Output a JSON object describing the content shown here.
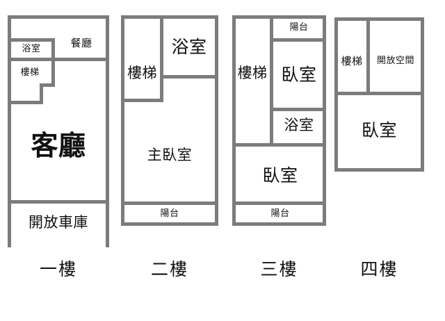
{
  "diagram": {
    "kind": "floor-plan",
    "title": "",
    "wall_color": "#7c7c7c",
    "background_color": "#ffffff",
    "text_color": "#111111"
  },
  "floors": [
    {
      "id": "floor-1",
      "caption": "一樓",
      "rooms": [
        {
          "name": "room-dining",
          "label": "餐廳"
        },
        {
          "name": "room-bathroom",
          "label": "浴室"
        },
        {
          "name": "room-stairs",
          "label": "樓梯"
        },
        {
          "name": "room-living",
          "label": "客廳"
        },
        {
          "name": "room-open-garage",
          "label": "開放車庫"
        }
      ]
    },
    {
      "id": "floor-2",
      "caption": "二樓",
      "rooms": [
        {
          "name": "room-stairs",
          "label": "樓梯"
        },
        {
          "name": "room-bathroom",
          "label": "浴室"
        },
        {
          "name": "room-master-bedroom",
          "label": "主臥室"
        },
        {
          "name": "room-balcony",
          "label": "陽台"
        }
      ]
    },
    {
      "id": "floor-3",
      "caption": "三樓",
      "rooms": [
        {
          "name": "room-balcony-top",
          "label": "陽台"
        },
        {
          "name": "room-stairs",
          "label": "樓梯"
        },
        {
          "name": "room-bedroom-upper",
          "label": "臥室"
        },
        {
          "name": "room-bathroom",
          "label": "浴室"
        },
        {
          "name": "room-bedroom-lower",
          "label": "臥室"
        },
        {
          "name": "room-balcony-bottom",
          "label": "陽台"
        }
      ]
    },
    {
      "id": "floor-4",
      "caption": "四樓",
      "rooms": [
        {
          "name": "room-stairs",
          "label": "樓梯"
        },
        {
          "name": "room-open-space",
          "label": "開放空間"
        },
        {
          "name": "room-bedroom",
          "label": "臥室"
        }
      ]
    }
  ]
}
